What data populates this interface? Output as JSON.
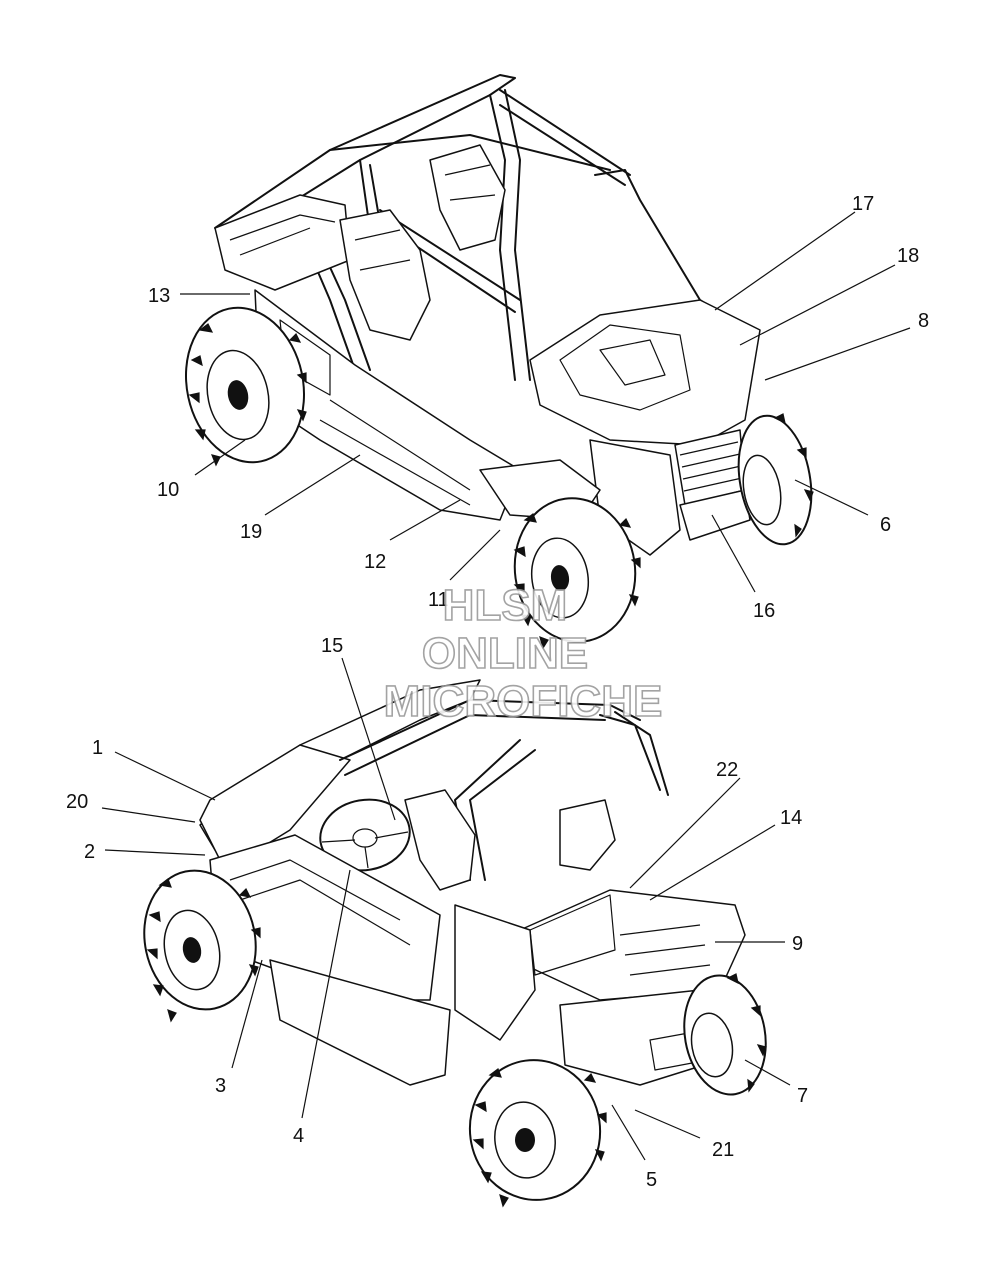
{
  "watermark": {
    "line1": "HLSM",
    "line2": "ONLINE",
    "line3": "MICROFICHE"
  },
  "callouts": {
    "c1": "1",
    "c2": "2",
    "c3": "3",
    "c4": "4",
    "c5": "5",
    "c6": "6",
    "c7": "7",
    "c8": "8",
    "c9": "9",
    "c10": "10",
    "c11": "11",
    "c12": "12",
    "c13": "13",
    "c14": "14",
    "c15": "15",
    "c16": "16",
    "c17": "17",
    "c18": "18",
    "c19": "19",
    "c20": "20",
    "c21": "21",
    "c22": "22"
  },
  "views": {
    "top": "front-quarter view of side-by-side vehicle",
    "bottom": "rear-quarter view of side-by-side vehicle"
  }
}
